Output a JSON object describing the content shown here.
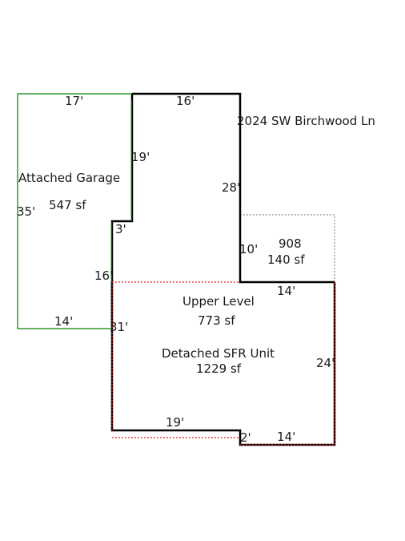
{
  "address": "2024 SW Birchwood Ln",
  "colors": {
    "garage_outline": "#2e9a2e",
    "building_outline": "#000000",
    "dashed_red": "#e02020",
    "dotted_gray": "#707070"
  },
  "garage": {
    "name": "Attached Garage",
    "area": "547 sf",
    "dims": {
      "top": "17'",
      "left": "35'",
      "bottom": "14'"
    }
  },
  "upper": {
    "name": "Upper Level",
    "area": "773 sf",
    "dims": {
      "top": "16'",
      "right": "28'",
      "garage_side": "19'",
      "step": "3'",
      "lower_left": "16'",
      "notch": "10'"
    }
  },
  "addition": {
    "name": "908",
    "area": "140 sf"
  },
  "detached": {
    "name": "Detached SFR Unit",
    "area": "1229 sf",
    "dims": {
      "top_right": "14'",
      "right": "24'",
      "left": "31'",
      "bottom": "19'",
      "step": "2'",
      "bottom_right": "14'"
    }
  }
}
